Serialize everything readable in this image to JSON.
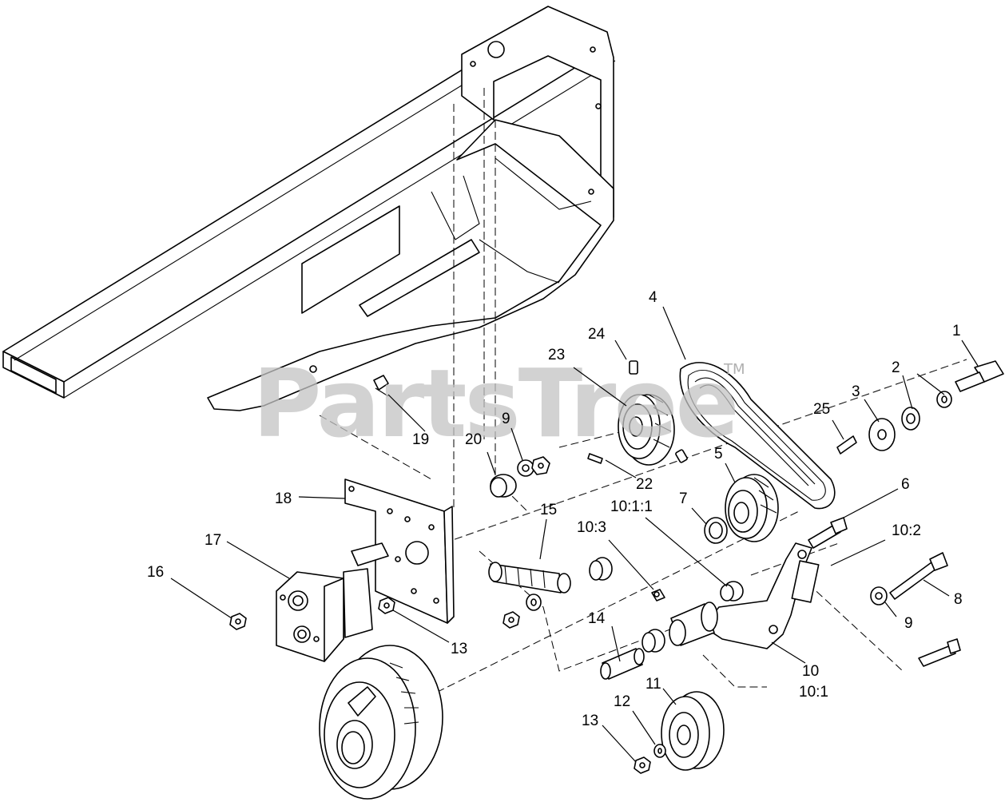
{
  "watermark": {
    "brand": "PartsTree",
    "trademark": "TM"
  },
  "callouts": {
    "c1": "1",
    "c2": "2",
    "c3": "3",
    "c4": "4",
    "c5": "5",
    "c6": "6",
    "c7": "7",
    "c8": "8",
    "c9a": "9",
    "c9b": "9",
    "c10": "10",
    "c10_1": "10:1",
    "c10_1_1": "10:1:1",
    "c10_2": "10:2",
    "c10_3": "10:3",
    "c11": "11",
    "c12": "12",
    "c13a": "13",
    "c13b": "13",
    "c14": "14",
    "c15": "15",
    "c16": "16",
    "c17": "17",
    "c18": "18",
    "c19": "19",
    "c20": "20",
    "c22": "22",
    "c23": "23",
    "c24": "24",
    "c25": "25"
  }
}
